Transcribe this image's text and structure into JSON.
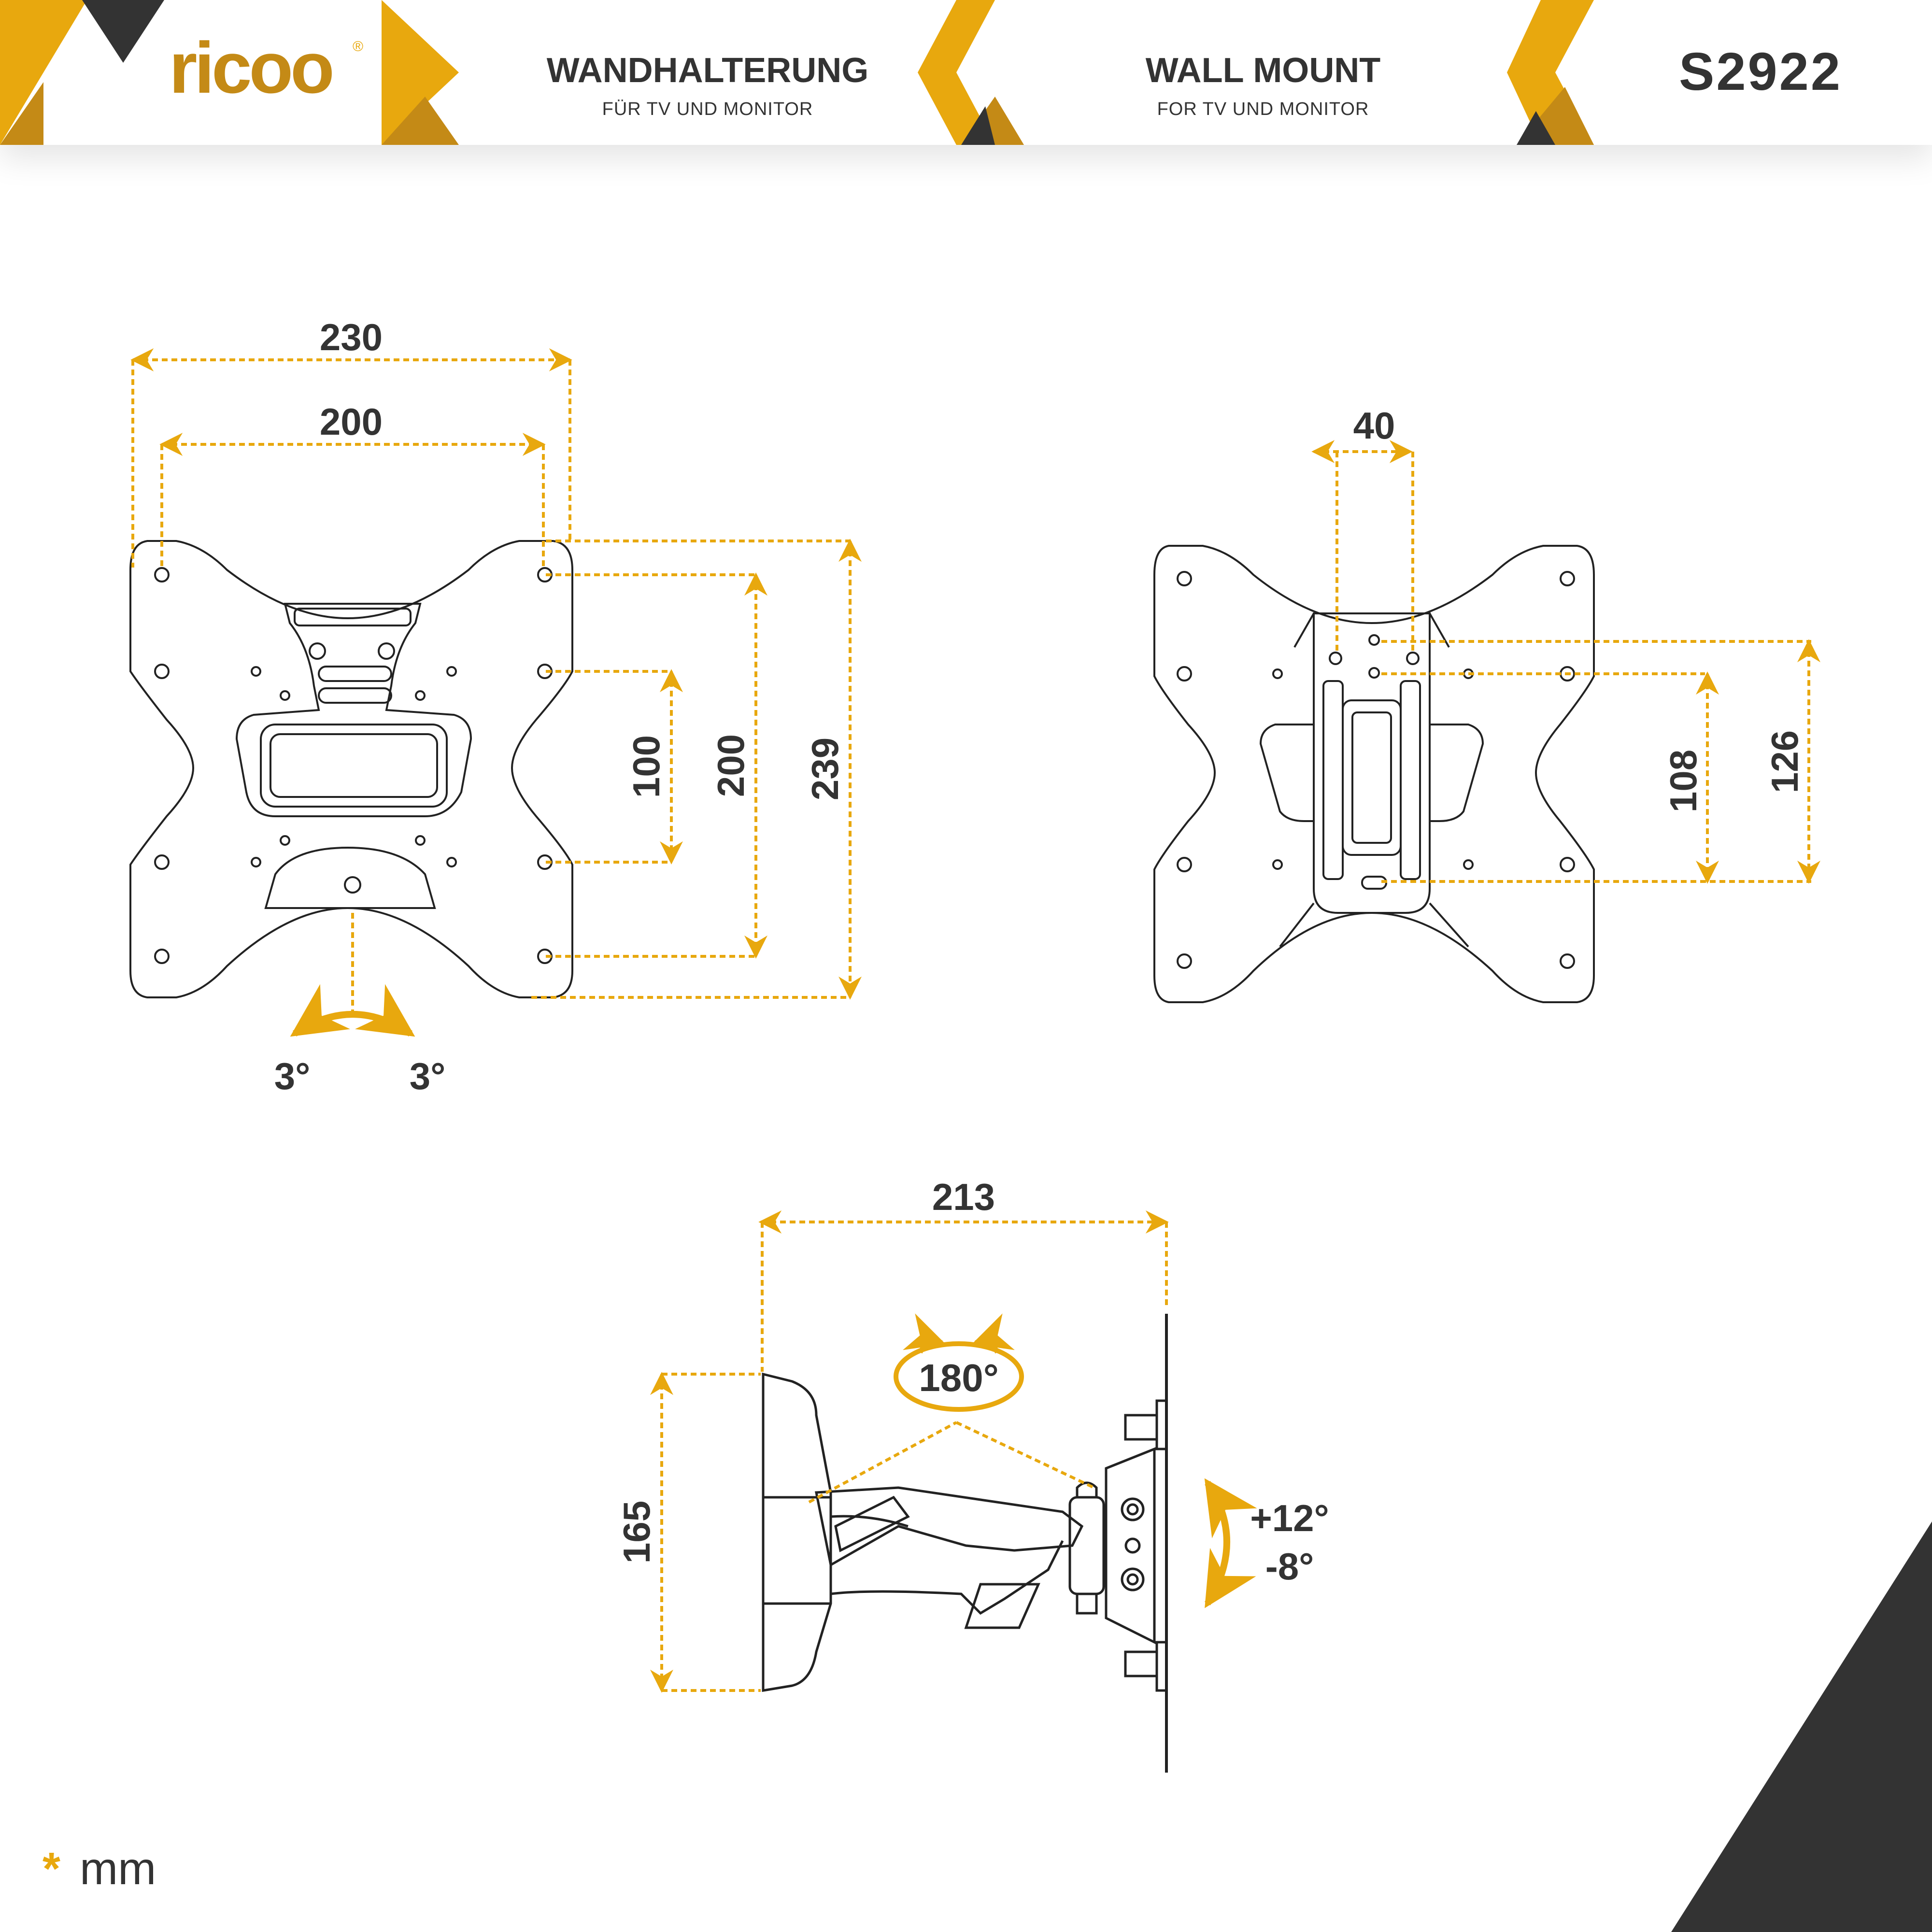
{
  "brand": {
    "logo_text": "ricoo",
    "registered": "®"
  },
  "header": {
    "title_de": "WANDHALTERUNG",
    "subtitle_de": "FÜR TV UND MONITOR",
    "title_en": "WALL MOUNT",
    "subtitle_en": "FOR TV UND MONITOR",
    "model": "S2922"
  },
  "colors": {
    "accent": "#E8A80E",
    "accent_dark": "#C48A16",
    "ink": "#333333",
    "line": "#222222"
  },
  "front_view": {
    "dim_width_outer": "230",
    "dim_width_vesa": "200",
    "dim_height_vesa_small": "100",
    "dim_height_vesa": "200",
    "dim_height_outer": "239",
    "tilt_left": "3°",
    "tilt_right": "3°"
  },
  "back_view": {
    "dim_width": "40",
    "dim_height_small": "108",
    "dim_height_large": "126"
  },
  "side_view": {
    "dim_depth": "213",
    "dim_height": "165",
    "swivel": "180°",
    "tilt_up": "+12°",
    "tilt_down": "-8°"
  },
  "footer": {
    "unit_star": "*",
    "unit": "mm"
  }
}
